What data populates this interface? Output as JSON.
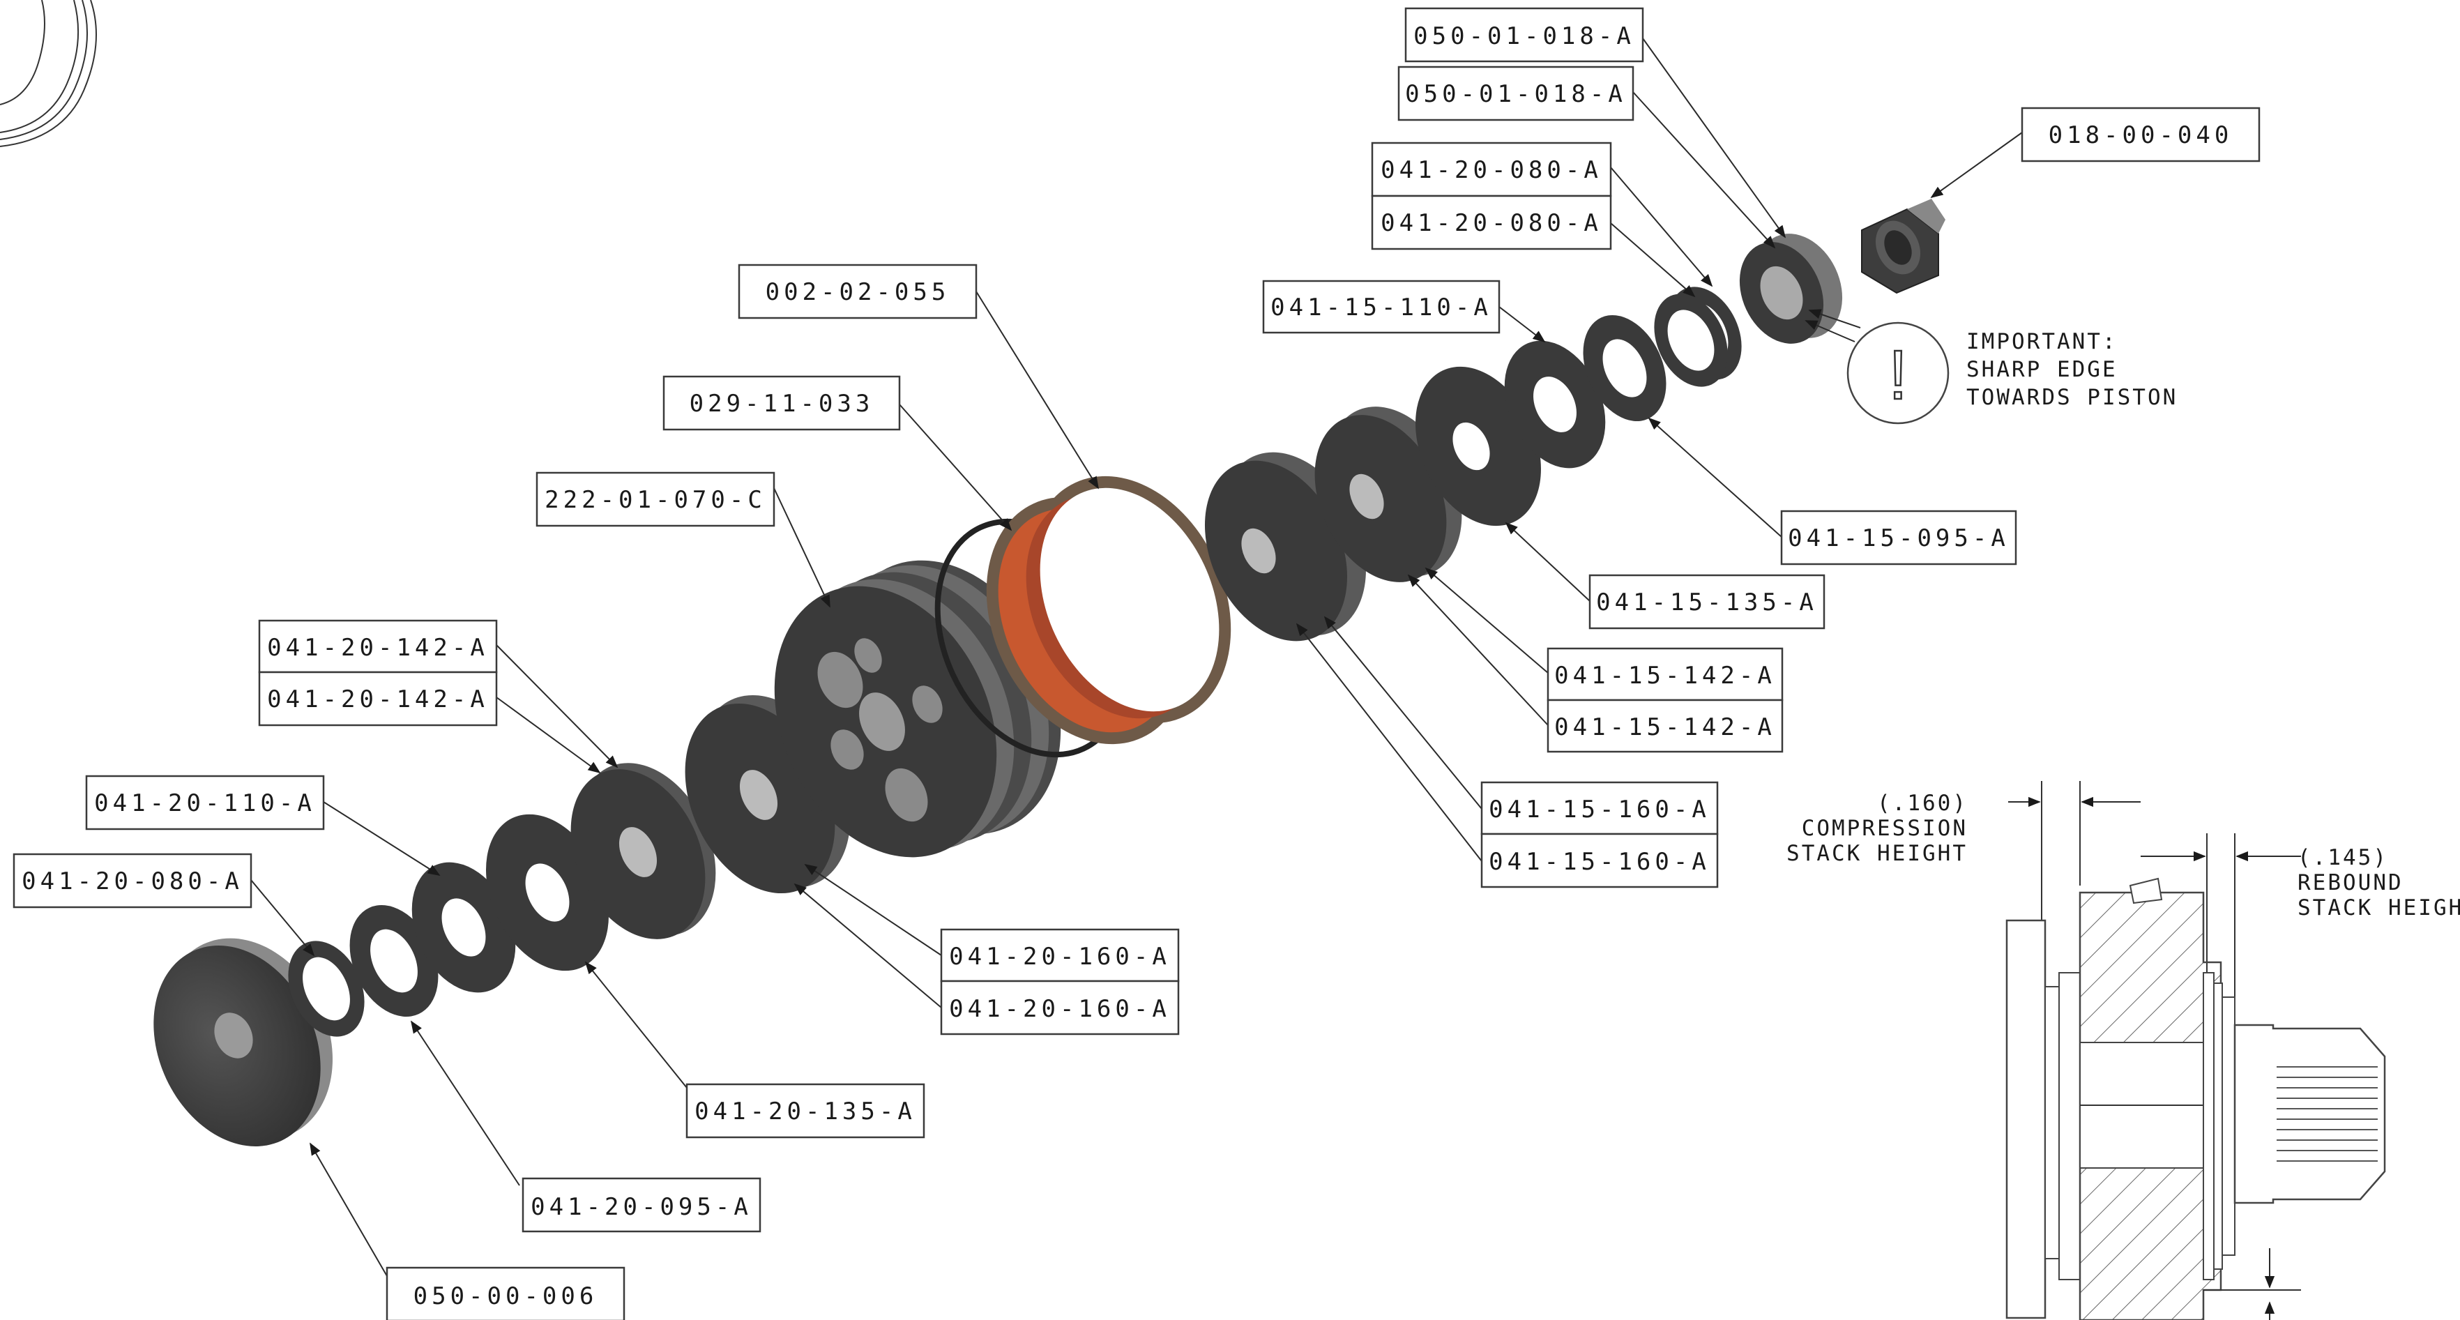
{
  "callouts": {
    "c_050_01_018_a_1": "050-01-018-A",
    "c_050_01_018_a_2": "050-01-018-A",
    "c_018_00_040": "018-00-040",
    "c_041_20_080_a_1": "041-20-080-A",
    "c_041_20_080_a_2": "041-20-080-A",
    "c_041_15_110_a": "041-15-110-A",
    "c_002_02_055": "002-02-055",
    "c_029_11_033": "029-11-033",
    "c_222_01_070_c": "222-01-070-C",
    "c_041_15_095_a": "041-15-095-A",
    "c_041_15_135_a": "041-15-135-A",
    "c_041_15_142_a_1": "041-15-142-A",
    "c_041_15_142_a_2": "041-15-142-A",
    "c_041_20_142_a_1": "041-20-142-A",
    "c_041_20_142_a_2": "041-20-142-A",
    "c_041_15_160_a_1": "041-15-160-A",
    "c_041_15_160_a_2": "041-15-160-A",
    "c_041_20_110_a": "041-20-110-A",
    "c_041_20_080_a_3": "041-20-080-A",
    "c_041_20_160_a_1": "041-20-160-A",
    "c_041_20_160_a_2": "041-20-160-A",
    "c_041_20_135_a": "041-20-135-A",
    "c_041_20_095_a": "041-20-095-A",
    "c_050_00_006": "050-00-006"
  },
  "note": {
    "line1": "IMPORTANT:",
    "line2": "SHARP EDGE",
    "line3": "TOWARDS PISTON",
    "symbol": "!"
  },
  "dimensions": {
    "compression_value": "(.160)",
    "compression_line1": "COMPRESSION",
    "compression_line2": "STACK HEIGHT",
    "rebound_value": "(.145)",
    "rebound_line1": "REBOUND",
    "rebound_line2": "STACK HEIGHT"
  },
  "colors": {
    "part_dark": "#3d3d3d",
    "part_edge": "#6b6b6b",
    "wear_band_outer": "#6e5a48",
    "wear_band_inner": "#c8582f",
    "line": "#2a2a2a"
  }
}
